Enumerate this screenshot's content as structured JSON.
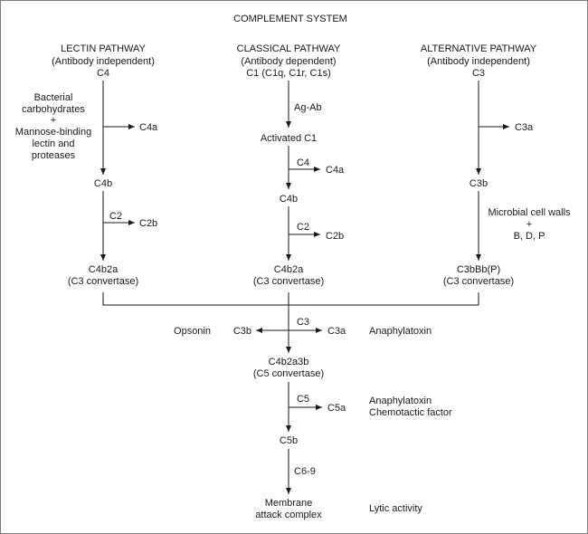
{
  "title": "COMPLEMENT SYSTEM",
  "lectin": {
    "heading": "LECTIN PATHWAY",
    "subheading": "(Antibody independent)",
    "start": "C4",
    "trigger": [
      "Bacterial",
      "carbohydrates",
      "+",
      "Mannose-binding",
      "lectin and",
      "proteases"
    ],
    "c4a": "C4a",
    "c4b": "C4b",
    "c2": "C2",
    "c2b": "C2b",
    "c4b2a": "C4b2a",
    "convertase": "(C3 convertase)"
  },
  "classical": {
    "heading": "CLASSICAL PATHWAY",
    "subheading": "(Antibody dependent)",
    "start": "C1 (C1q, C1r, C1s)",
    "agab": "Ag-Ab",
    "activated": "Activated C1",
    "c4": "C4",
    "c4a": "C4a",
    "c4b": "C4b",
    "c2": "C2",
    "c2b": "C2b",
    "c4b2a": "C4b2a",
    "convertase": "(C3 convertase)"
  },
  "alternative": {
    "heading": "ALTERNATIVE PATHWAY",
    "subheading": "(Antibody independent)",
    "start": "C3",
    "c3a": "C3a",
    "c3b": "C3b",
    "trigger": [
      "Microbial cell walls",
      "+",
      "B, D, P"
    ],
    "c3bbb": "C3bBb(P)",
    "convertase": "(C3 convertase)"
  },
  "common": {
    "c3": "C3",
    "c3b": "C3b",
    "c3a": "C3a",
    "opsonin": "Opsonin",
    "anaphylatoxin": "Anaphylatoxin",
    "c4b2a3b": "C4b2a3b",
    "c5conv": "(C5 convertase)",
    "c5": "C5",
    "c5a": "C5a",
    "c5a_role1": "Anaphylatoxin",
    "c5a_role2": "Chemotactic factor",
    "c5b": "C5b",
    "c69": "C6-9",
    "mac1": "Membrane",
    "mac2": "attack complex",
    "lytic": "Lytic activity"
  }
}
